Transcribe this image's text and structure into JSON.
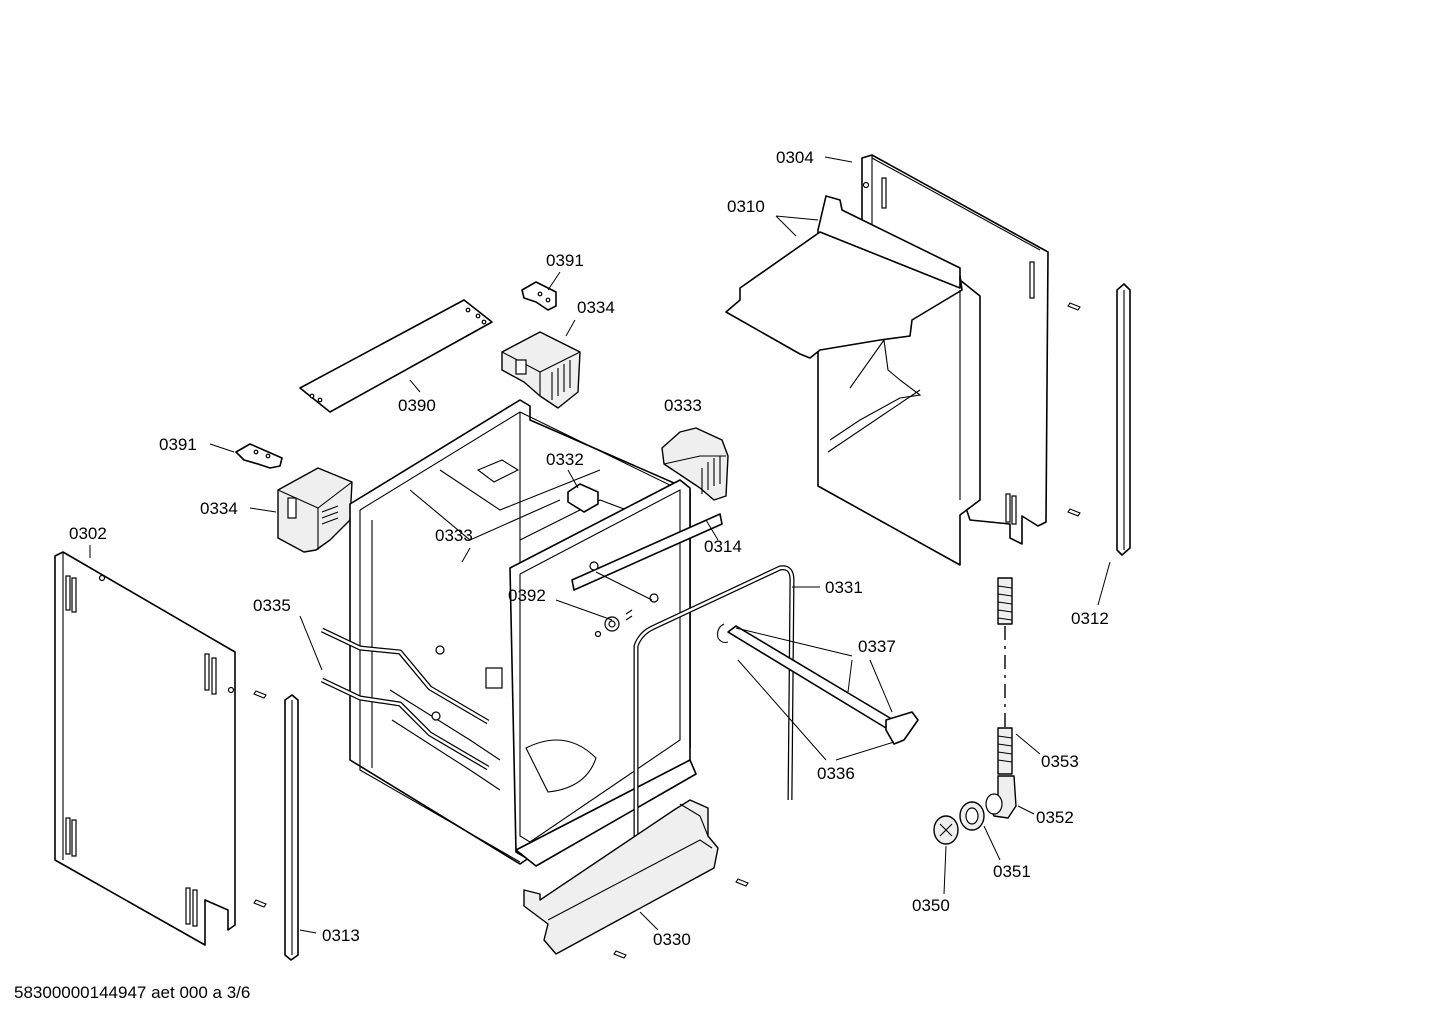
{
  "diagram": {
    "footer_code": "58300000144947 aet 000 a 3/6",
    "labels": {
      "l0304": "0304",
      "l0310": "0310",
      "l0391a": "0391",
      "l0334a": "0334",
      "l0390": "0390",
      "l0333a": "0333",
      "l0391b": "0391",
      "l0332": "0332",
      "l0334b": "0334",
      "l0314": "0314",
      "l0302": "0302",
      "l0333b": "0333",
      "l0331": "0331",
      "l0312": "0312",
      "l0392": "0392",
      "l0335": "0335",
      "l0337": "0337",
      "l0336": "0336",
      "l0353": "0353",
      "l0352": "0352",
      "l0351": "0351",
      "l0350": "0350",
      "l0313": "0313",
      "l0330": "0330"
    }
  }
}
